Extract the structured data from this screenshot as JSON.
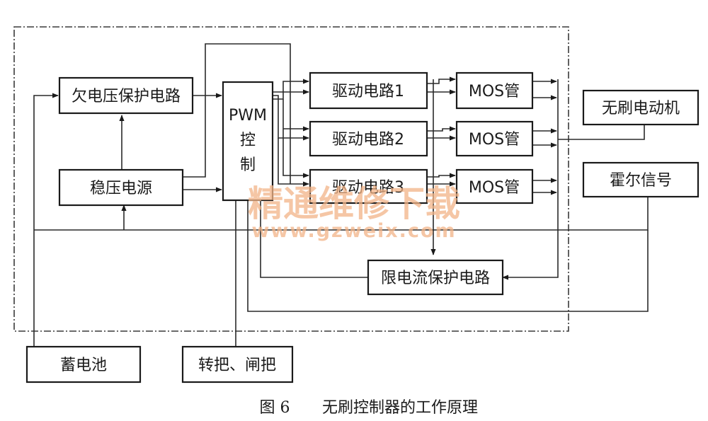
{
  "blocks": {
    "undervoltage": "欠电压保护电路",
    "regulator": "稳压电源",
    "pwm_line1": "PWM",
    "pwm_line2": "控",
    "pwm_line3": "制",
    "driver1": "驱动电路1",
    "driver2": "驱动电路2",
    "driver3": "驱动电路3",
    "mos1": "MOS管",
    "mos2": "MOS管",
    "mos3": "MOS管",
    "motor": "无刷电动机",
    "hall": "霍尔信号",
    "current_limit": "限电流保护电路",
    "battery": "蓄电池",
    "throttle_brake": "转把、闸把"
  },
  "caption": {
    "figure_no": "图 6",
    "title": "无刷控制器的工作原理"
  },
  "watermark": {
    "text": "精通维修下载",
    "url": "www.gzweix.com"
  }
}
